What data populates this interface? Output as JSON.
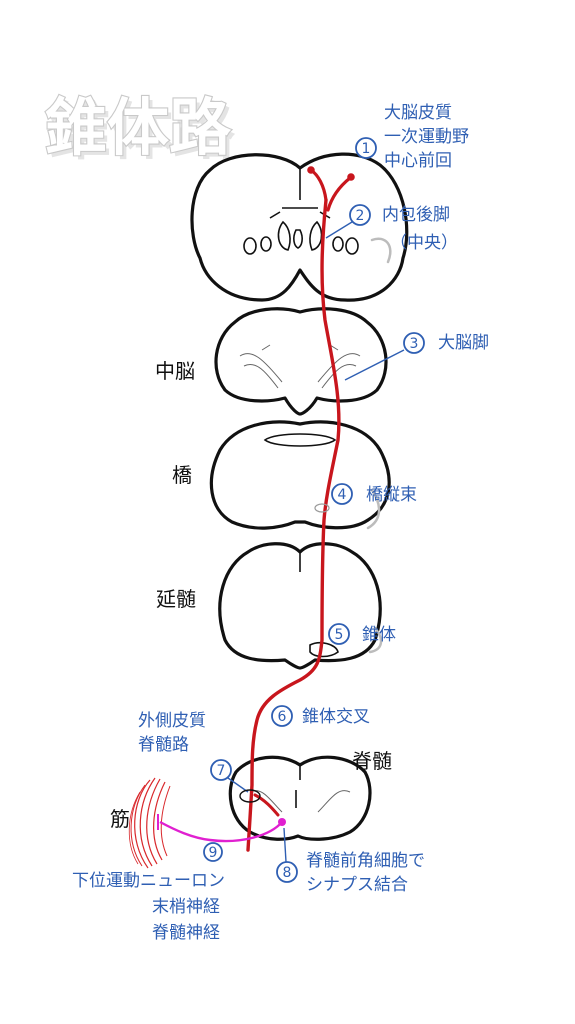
{
  "title": "錐体路",
  "region_labels": {
    "midbrain": "中脳",
    "pons": "橋",
    "medulla": "延髄",
    "spinal_cord": "脊髄",
    "muscle": "筋"
  },
  "annotations": [
    {
      "number": "1",
      "lines": [
        "大脳皮質",
        "一次運動野",
        "中心前回"
      ]
    },
    {
      "number": "2",
      "lines": [
        "内包後脚",
        "（中央）"
      ]
    },
    {
      "number": "3",
      "lines": [
        "大脳脚"
      ]
    },
    {
      "number": "4",
      "lines": [
        "橋縦束"
      ]
    },
    {
      "number": "5",
      "lines": [
        "錐体"
      ]
    },
    {
      "number": "6",
      "lines": [
        "錐体交叉"
      ]
    },
    {
      "number": "7",
      "lines": [
        "外側皮質",
        "脊髄路"
      ]
    },
    {
      "number": "8",
      "lines": [
        "脊髄前角細胞で",
        "シナプス結合"
      ]
    },
    {
      "number": "9",
      "lines": [
        "下位運動ニューロン",
        "末梢神経",
        "脊髄神経"
      ]
    }
  ],
  "colors": {
    "upper_motor_tract": "#c8161d",
    "lower_motor_neuron": "#e020d0",
    "annotation_text": "#2f5fb3",
    "outline": "#111111",
    "title_outline": "#c9c9c9"
  }
}
